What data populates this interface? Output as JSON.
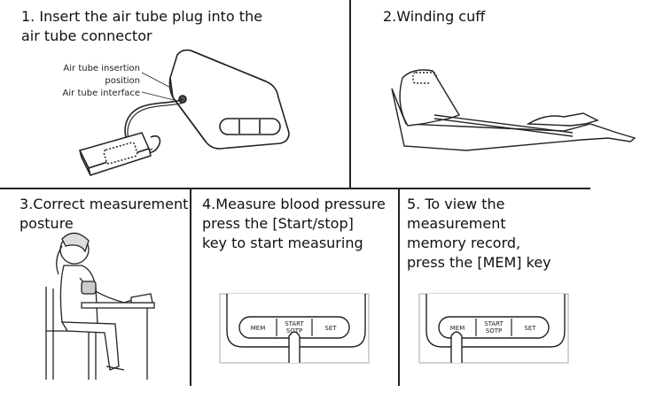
{
  "step1": {
    "caption": "1. Insert the air tube plug into the\nair tube connector",
    "callout_insertion": "Air tube insertion",
    "callout_position": "position",
    "callout_interface": "Air tube interface"
  },
  "step2": {
    "caption": "2.Winding cuff"
  },
  "step3": {
    "caption": "3.Correct measurement\nposture"
  },
  "step4": {
    "caption": "4.Measure blood pressure\npress the [Start/stop]\nkey to start measuring",
    "buttons": {
      "mem": "MEM",
      "start_line1": "START",
      "start_line2": "SOTP",
      "set": "SET"
    }
  },
  "step5": {
    "caption": "5. To view the\nmeasurement\nmemory record,\npress the [MEM] key",
    "buttons": {
      "mem": "MEM",
      "start_line1": "START",
      "start_line2": "SOTP",
      "set": "SET"
    }
  }
}
